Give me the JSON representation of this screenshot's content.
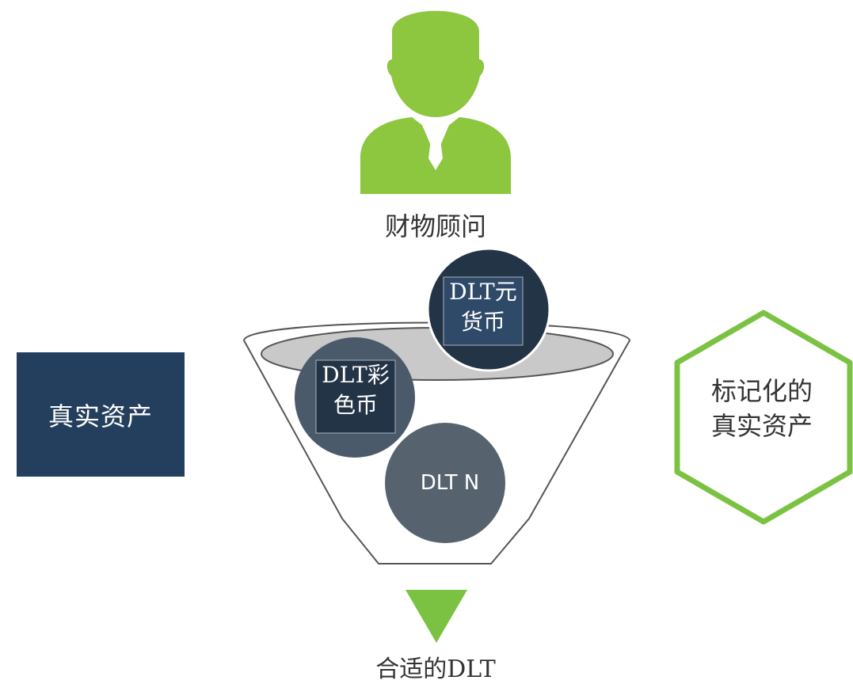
{
  "advisor": {
    "label": "财物顾问",
    "icon": "person-icon",
    "color": "#8dc63f"
  },
  "real_asset": {
    "label": "真实资产",
    "color": "#243f5d"
  },
  "funnel": {
    "coins": [
      {
        "label_line1": "DLT元",
        "label_line2": "货币",
        "color": "#243447"
      },
      {
        "label_line1": "DLT彩",
        "label_line2": "色币",
        "color": "#4a5a6b"
      },
      {
        "label": "DLT N",
        "color": "#56636f"
      }
    ]
  },
  "tokenized_asset": {
    "label_line1": "标记化的",
    "label_line2": "真实资产",
    "border_color": "#7cc242"
  },
  "result": {
    "label": "合适的DLT",
    "arrow_color": "#7cc242"
  }
}
